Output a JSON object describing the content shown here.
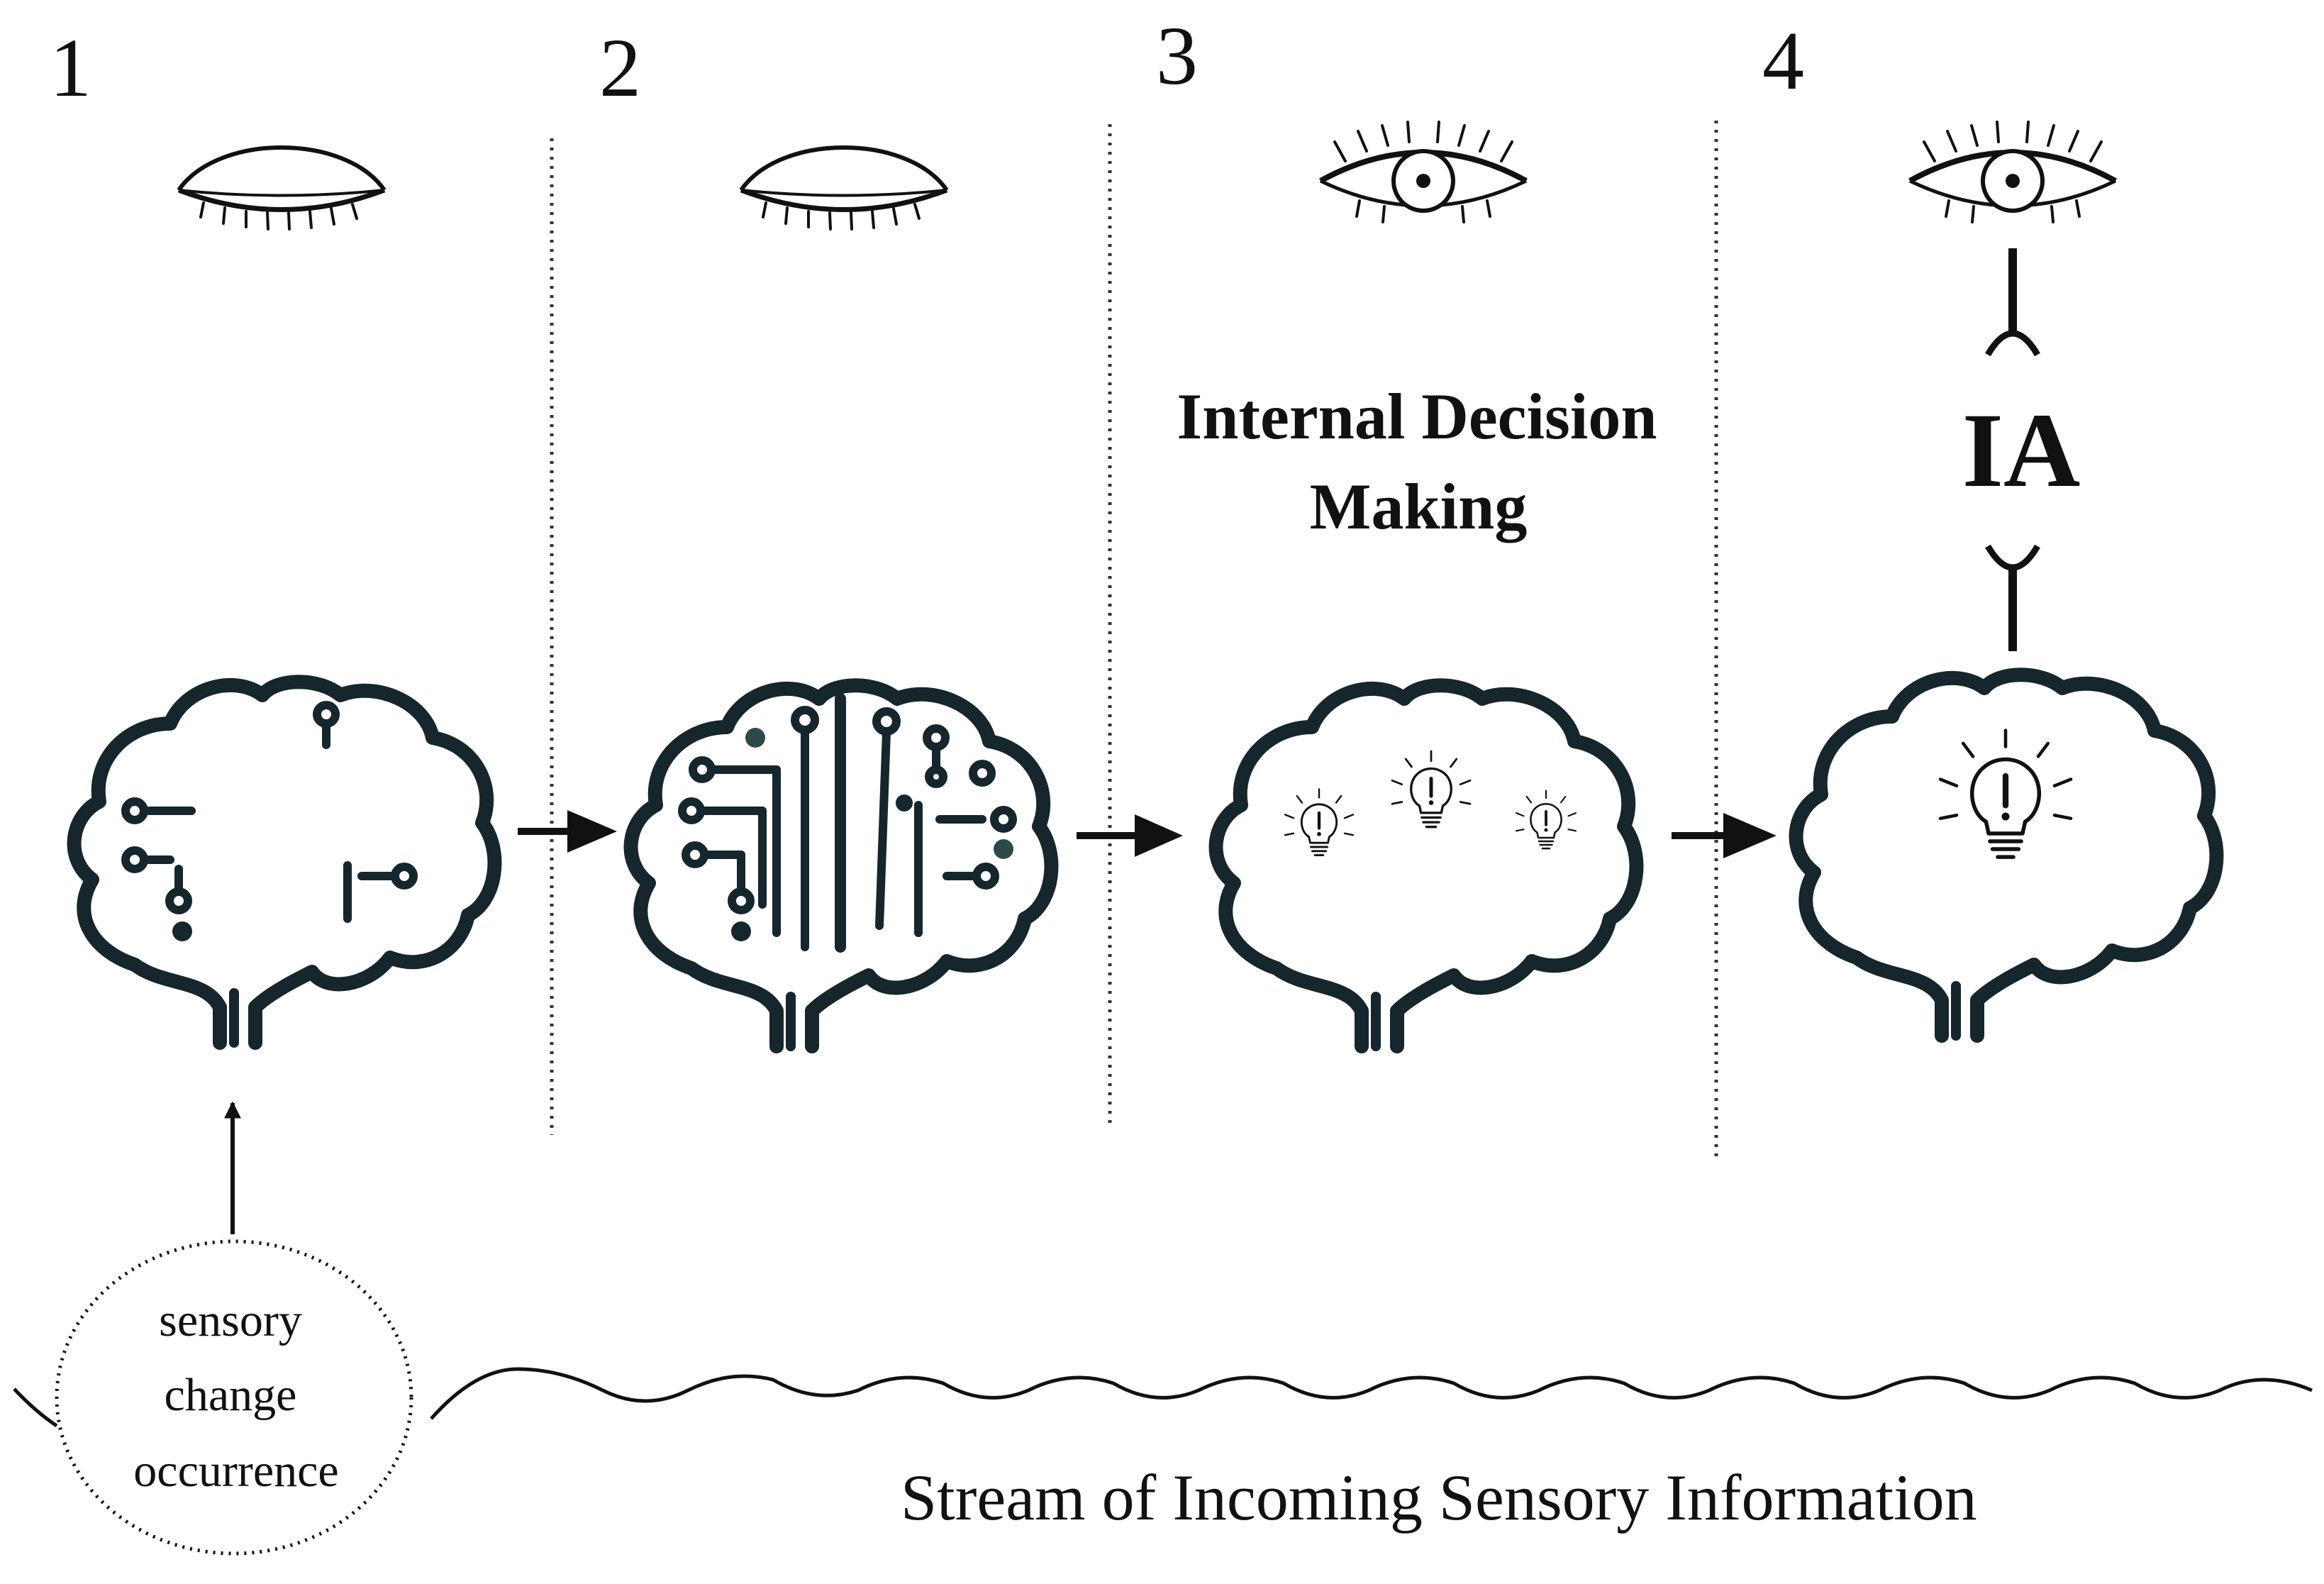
{
  "stages": [
    {
      "number": "1",
      "eye": "closed-eye-icon",
      "brain": "brain-circuit-sparse-icon"
    },
    {
      "number": "2",
      "eye": "closed-eye-icon",
      "brain": "brain-circuit-dense-icon"
    },
    {
      "number": "3",
      "eye": "open-eye-icon",
      "brain": "brain-three-lightbulbs-icon",
      "label_lines": [
        "Internal Decision",
        "Making"
      ]
    },
    {
      "number": "4",
      "eye": "open-eye-icon",
      "brain": "brain-lightbulb-icon",
      "label": "IA"
    }
  ],
  "trigger": {
    "lines": [
      "sensory",
      "change",
      "occurrence"
    ]
  },
  "stream": {
    "label": "Stream of Incoming Sensory Information"
  },
  "colors": {
    "ink": "#111111",
    "brain_stroke": "#15262c"
  }
}
